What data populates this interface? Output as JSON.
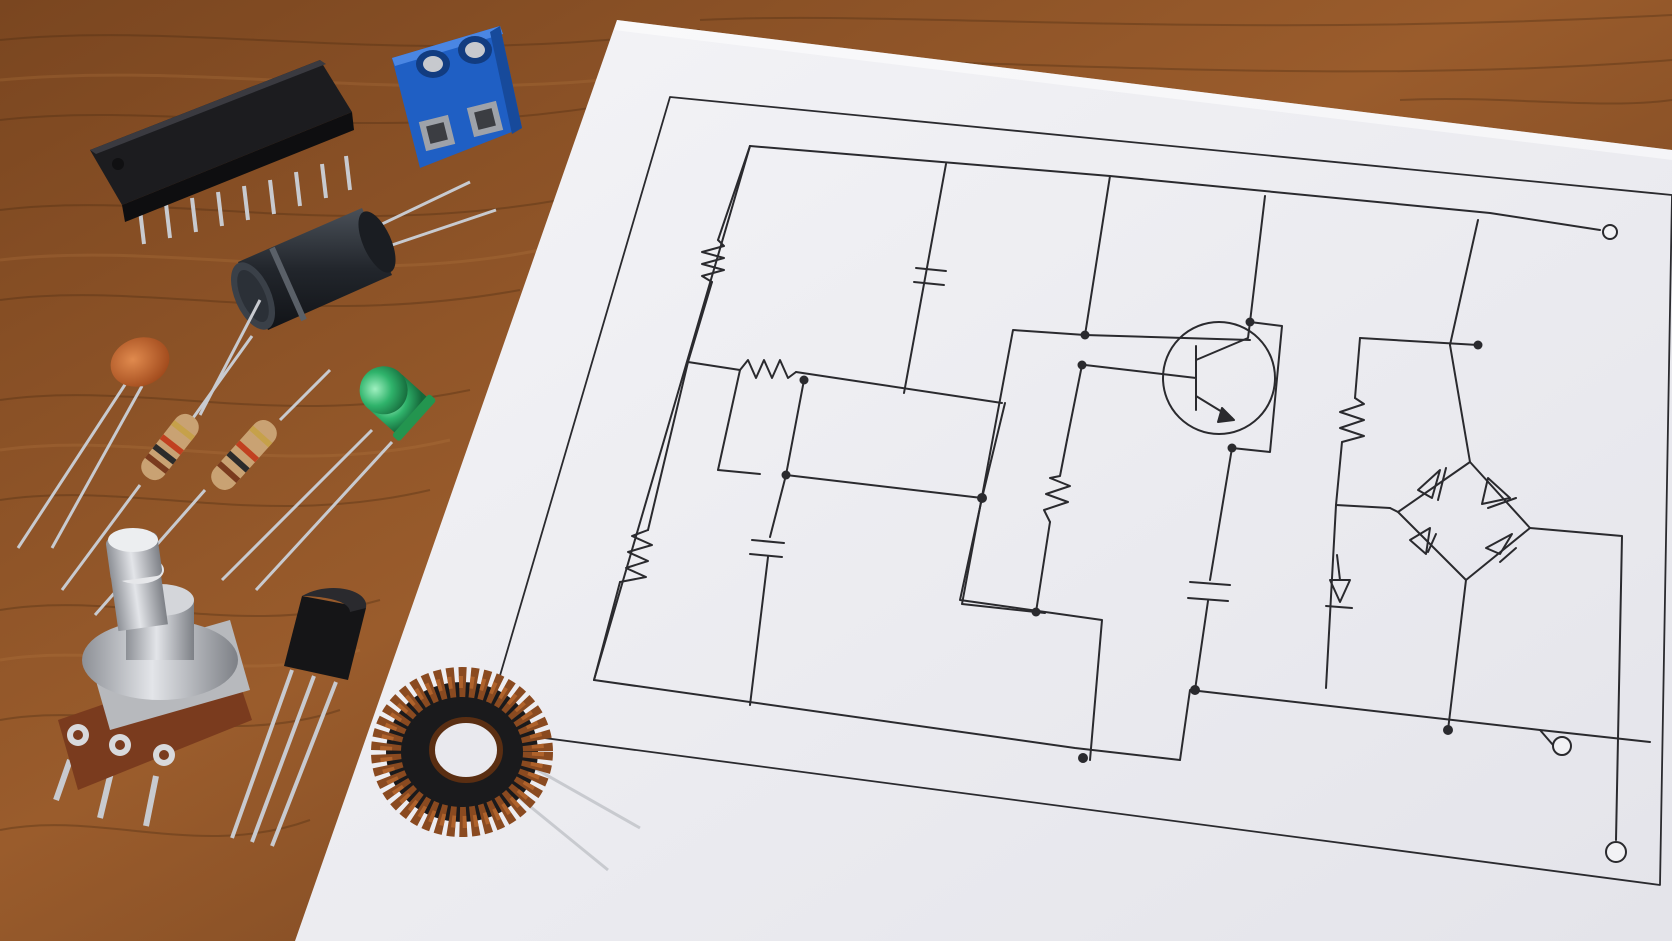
{
  "scene": {
    "description_free": true,
    "colors": {
      "wood_dark": "#5a3217",
      "wood_mid": "#8a5428",
      "wood_light": "#a86a35",
      "paper": "#eeeef2",
      "ink": "#2a2a2e",
      "ic_body": "#1c1c1f",
      "terminal_block": "#1f5fc4",
      "capacitor_body": "#2a2f36",
      "ceramic_cap": "#c0612a",
      "resistor_body": "#c9a273",
      "led": "#2fb36b",
      "transistor": "#151517",
      "copper_coil": "#8a4a20",
      "pot_pcb": "#7a3b1e",
      "metal": "#c9cbd0"
    },
    "objects": [
      {
        "name": "dip-ic-chip"
      },
      {
        "name": "screw-terminal-block"
      },
      {
        "name": "electrolytic-capacitor"
      },
      {
        "name": "ceramic-disc-capacitor"
      },
      {
        "name": "resistor"
      },
      {
        "name": "resistor"
      },
      {
        "name": "green-led"
      },
      {
        "name": "potentiometer"
      },
      {
        "name": "to92-transistor"
      },
      {
        "name": "toroidal-inductor"
      },
      {
        "name": "schematic-paper"
      }
    ]
  }
}
